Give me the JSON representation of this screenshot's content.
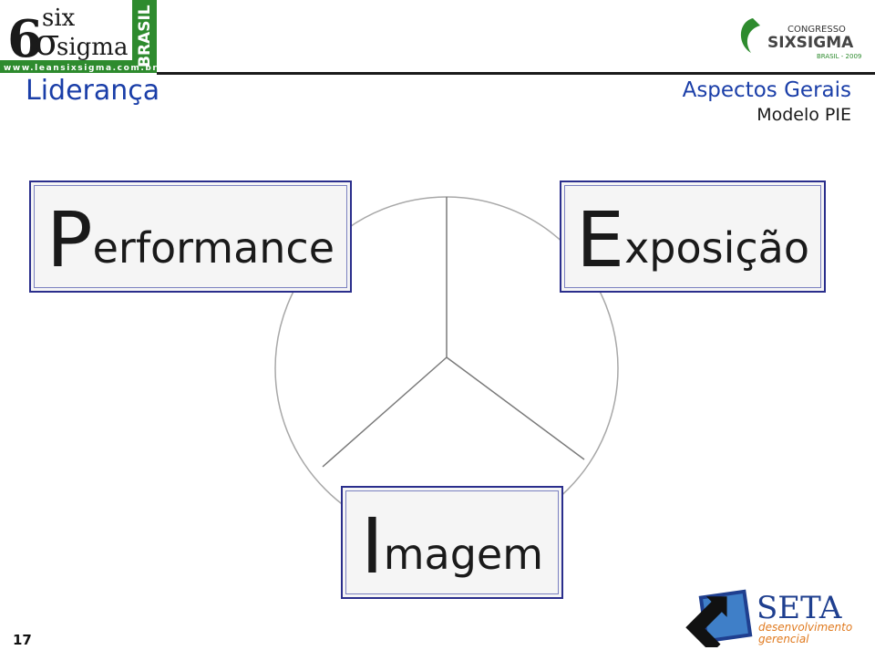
{
  "header": {
    "logo_left": {
      "top_word": "six",
      "big_numeral": "6",
      "bottom_word": "sigma",
      "side_word": "BRASIL",
      "url": "www.leansixsigma.com.br"
    },
    "logo_right": {
      "line1": "CONGRESSO",
      "line2": "SIXSIGMA",
      "line3": "BRASIL - 2009"
    },
    "title": "Liderança",
    "section_title": "Aspectos Gerais",
    "section_subtitle": "Modelo PIE"
  },
  "diagram": {
    "performance": {
      "initial": "P",
      "rest": "erformance"
    },
    "exposicao": {
      "initial": "E",
      "rest": "xposição"
    },
    "imagem": {
      "initial": "I",
      "rest": "magem"
    }
  },
  "footer": {
    "page_number": "17",
    "logo_seta": {
      "name": "SETA",
      "line1": "desenvolvimento",
      "line2": "gerencial"
    }
  },
  "colors": {
    "title_blue": "#1a3ea8",
    "box_border": "#2a2e8c",
    "logo_green": "#2e8b2e",
    "seta_blue": "#1f3f8f",
    "seta_orange": "#e07a1f"
  }
}
